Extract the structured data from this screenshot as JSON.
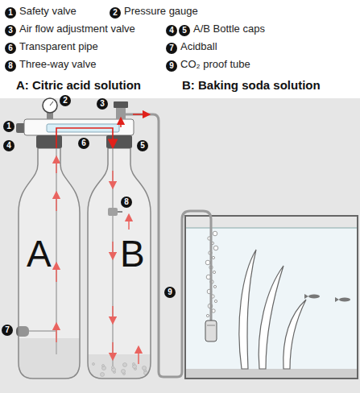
{
  "diagram": {
    "nodes": [
      {
        "text": [
          "A"
        ]
      },
      {
        "text": [
          "B"
        ]
      }
    ],
    "edges": [
      {
        "from": 0,
        "to": 1,
        "arrow": "to"
      }
    ],
    "labels": [
      "1",
      "Safety valve",
      "2",
      "Pressure gauge",
      "3",
      "Air flow adjustment valve",
      "4",
      "5",
      "A/B Bottle caps",
      "6",
      "Transparent pipe",
      "7",
      "Acidball",
      "8",
      "Three-way valve",
      "9",
      "CO₂ proof tube",
      "A: Citric acid solution",
      "B: Baking soda solution",
      "1",
      "2",
      "3",
      "4",
      "5",
      "6",
      "7",
      "8",
      "9"
    ]
  }
}
